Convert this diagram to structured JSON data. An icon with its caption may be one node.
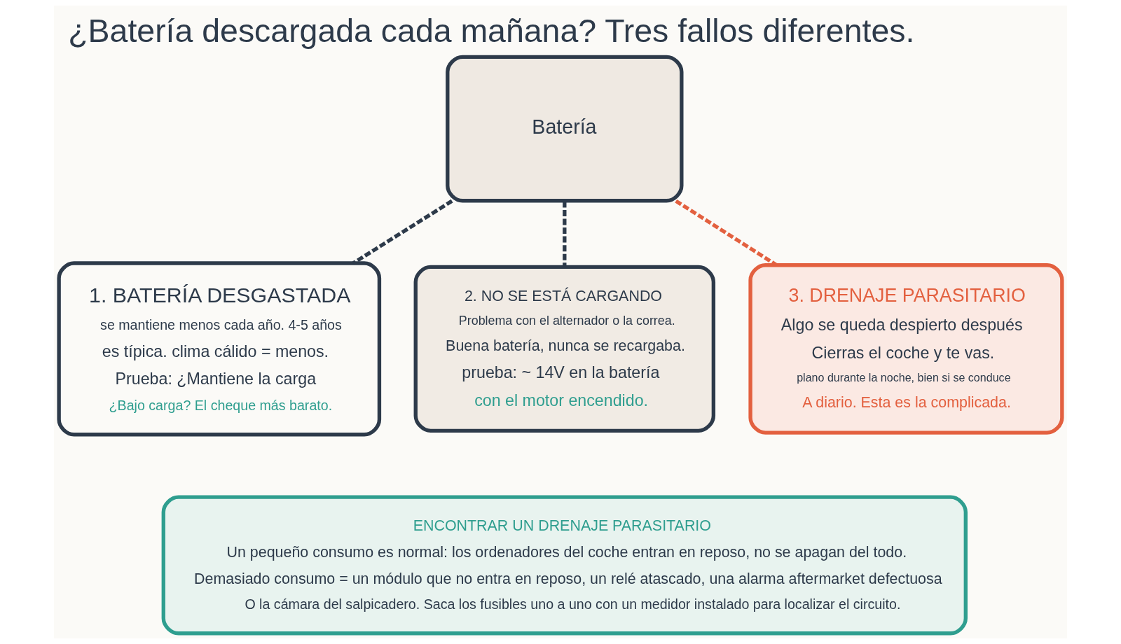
{
  "diagram": {
    "title": "¿Batería descargada cada mañana? Tres fallos diferentes.",
    "nodes": [
      {
        "text": [
          "Batería"
        ]
      },
      {
        "text": [
          "1. BATERÍA DESGASTADA",
          "se mantiene menos cada año. 4-5 años",
          "es típica. clima cálido = menos.",
          "Prueba: ¿Mantiene la carga",
          "¿Bajo carga? El cheque más barato."
        ]
      },
      {
        "text": [
          "2. NO SE ESTÁ CARGANDO",
          "Problema con el alternador o la correa.",
          "Buena batería, nunca se recargaba.",
          "prueba: ~ 14V en la batería",
          "con el motor encendido."
        ]
      },
      {
        "text": [
          "3. DRENAJE PARASITARIO",
          "Algo se queda despierto después",
          "Cierras el coche y te vas.",
          "plano durante la noche, bien si se conduce",
          "A diario. Esta es la complicada."
        ]
      },
      {
        "text": [
          "ENCONTRAR UN DRENAJE PARASITARIO",
          "Un pequeño consumo es normal: los ordenadores del coche entran en reposo, no se apagan del todo.",
          "Demasiado consumo = un módulo que no entra en reposo, un relé atascado, una alarma aftermarket defectuosa",
          "O la cámara del salpicadero. Saca los fusibles uno a uno con un medidor instalado para localizar el circuito."
        ]
      }
    ],
    "edges": [
      {
        "from": 0,
        "to": 1,
        "arrow": "none",
        "style": "dashed"
      },
      {
        "from": 0,
        "to": 2,
        "arrow": "none",
        "style": "dashed"
      },
      {
        "from": 0,
        "to": 3,
        "arrow": "none",
        "style": "dashed",
        "color": "#e3603f"
      }
    ]
  }
}
